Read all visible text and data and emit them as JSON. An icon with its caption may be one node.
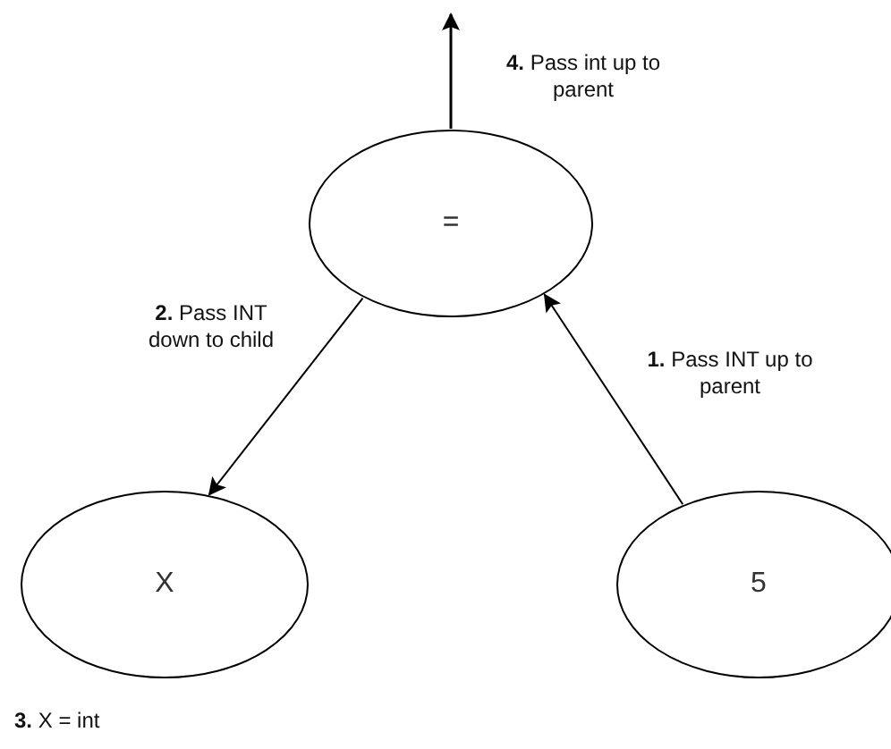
{
  "diagram": {
    "nodes": [
      {
        "text": [
          "="
        ]
      },
      {
        "text": [
          "X"
        ]
      },
      {
        "text": [
          "5"
        ]
      }
    ],
    "edges": [
      {
        "from": 0,
        "to": null,
        "arrow": "to",
        "label": "**4.** Pass int up to parent"
      },
      {
        "from": 0,
        "to": 1,
        "arrow": "to",
        "label": "**2.** Pass INT down to child"
      },
      {
        "from": 2,
        "to": 0,
        "arrow": "to",
        "label": "**1.** Pass INT up to parent"
      }
    ],
    "labels": [
      "**3.** X = int"
    ]
  }
}
